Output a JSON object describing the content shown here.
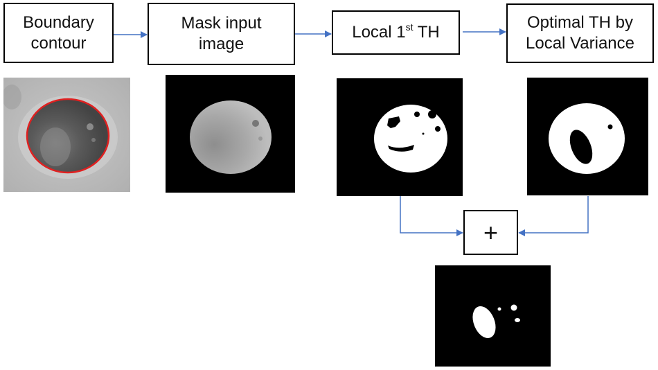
{
  "diagram": {
    "steps": [
      {
        "id": "boundary",
        "line1": "Boundary",
        "line2": "contour"
      },
      {
        "id": "mask",
        "line1": "Mask input",
        "line2": "image"
      },
      {
        "id": "local",
        "label_main": "Local 1",
        "label_sup": "st",
        "label_tail": " TH"
      },
      {
        "id": "optimal",
        "line1": "Optimal TH by",
        "line2": "Local Variance"
      }
    ],
    "combine": {
      "symbol": "+"
    },
    "colors": {
      "arrow": "#4472C4",
      "contour": "#E02020",
      "box_border": "#000000"
    },
    "images": [
      {
        "id": "boundary-image",
        "description": "grayscale cell with red elliptical contour"
      },
      {
        "id": "mask-image",
        "description": "masked grayscale cell on black"
      },
      {
        "id": "local-th-image",
        "description": "binary white disc with small holes"
      },
      {
        "id": "optimal-th-image",
        "description": "binary white disc with large oval hole"
      },
      {
        "id": "result-image",
        "description": "combined binary result with white oval and spots"
      }
    ]
  }
}
